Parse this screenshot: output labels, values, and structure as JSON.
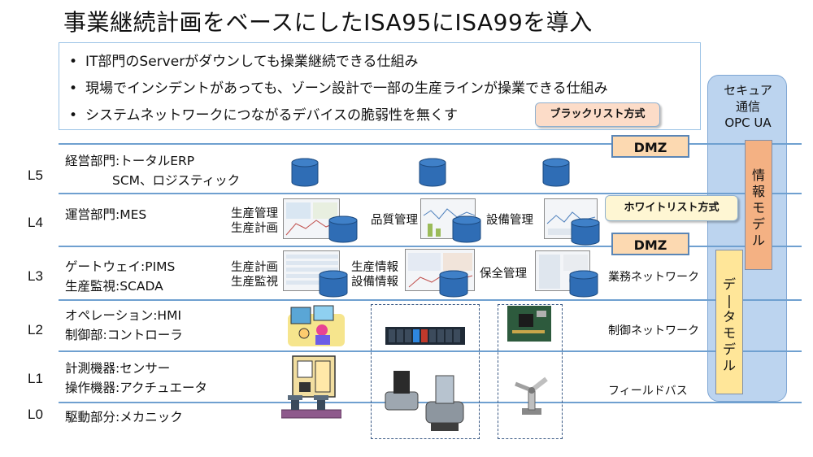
{
  "title": "事業継続計画をベースにしたISA95にISA99を導入",
  "goals": [
    "IT部門のServerがダウンしても操業継続できる仕組み",
    "現場でインシデントがあっても、ゾーン設計で一部の生産ラインが操業できる仕組み",
    "システムネットワークにつながるデバイスの脆弱性を無くす"
  ],
  "levels": [
    {
      "label": "L5",
      "dept": [
        "経営部門:トータルERP",
        "SCM、ロジスティック"
      ]
    },
    {
      "label": "L4",
      "dept": [
        "運営部門:MES"
      ]
    },
    {
      "label": "L3",
      "dept": [
        "ゲートウェイ:PIMS",
        "生産監視:SCADA"
      ]
    },
    {
      "label": "L2",
      "dept": [
        "オペレーション:HMI",
        "制御部:コントローラ"
      ]
    },
    {
      "label": "L1",
      "dept": [
        "計測機器:センサー",
        "操作機器:アクチュエータ"
      ]
    },
    {
      "label": "L0",
      "dept": [
        "駆動部分:メカニック"
      ]
    }
  ],
  "apps": {
    "l4_a": [
      "生産管理",
      "生産計画"
    ],
    "l4_b": "品質管理",
    "l4_c": "設備管理",
    "l3_a": [
      "生産計画",
      "生産監視"
    ],
    "l3_b": [
      "生産情報",
      "設備情報"
    ],
    "l3_c": "保全管理"
  },
  "networks": {
    "business": "業務ネットワーク",
    "control": "制御ネットワーク",
    "field": "フィールドバス"
  },
  "dmz_label": "DMZ",
  "blacklist": "ブラックリスト方式",
  "whitelist": "ホワイトリスト方式",
  "secure": [
    "セキュア",
    "通信",
    "OPC UA"
  ],
  "info_model": [
    "情",
    "報",
    "モ",
    "デ",
    "ル"
  ],
  "data_model": [
    "デ",
    "|",
    "タ",
    "モ",
    "デ",
    "ル"
  ],
  "colors": {
    "line": "#6fa0d0",
    "db": "#2f6db5",
    "dmz": "#fcd9b1",
    "secure_panel": "#bcd4ef",
    "info_model": "#f4b183",
    "data_model": "#ffe699"
  }
}
